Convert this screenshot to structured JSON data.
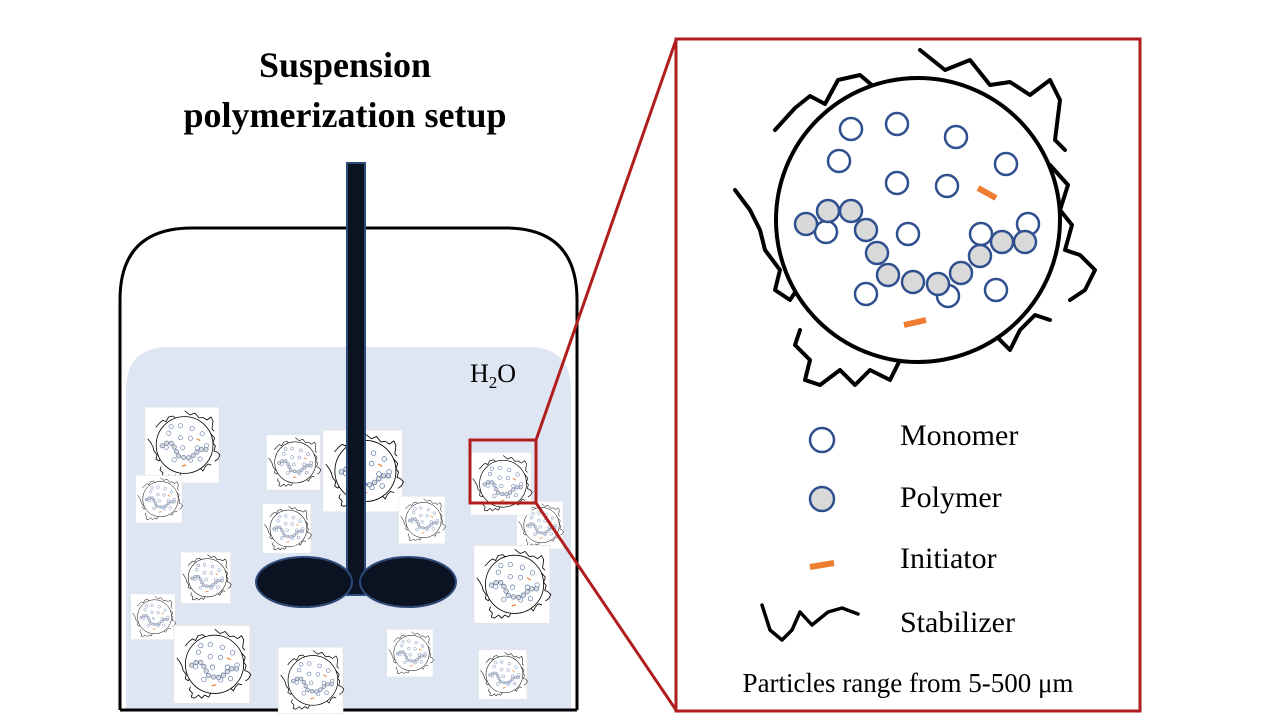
{
  "title": {
    "line1": "Suspension",
    "line2": "polymerization setup"
  },
  "water_label": {
    "base": "H",
    "sub": "2",
    "tail": "O"
  },
  "legend": {
    "monomer": "Monomer",
    "polymer": "Polymer",
    "initiator": "Initiator",
    "stabilizer": "Stabilizer"
  },
  "caption": "Particles range from 5-500 μm",
  "colors": {
    "water": "#dfe6f3",
    "stirrer": "#0b1221",
    "stirrer_edge": "#2e4a7a",
    "monomer_edge": "#2f4f8f",
    "polymer_fill": "#d9d9d9",
    "initiator": "#ed7d31",
    "zoom_frame": "#b01e1e",
    "stabilizer": "#000000"
  }
}
